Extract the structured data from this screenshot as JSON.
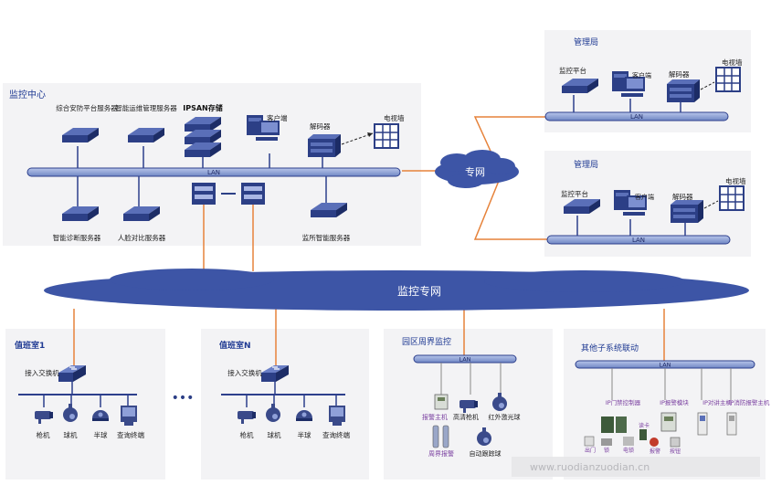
{
  "colors": {
    "panel": "#f3f3f5",
    "bar_fill": "#8b9fd0",
    "bar_stroke": "#2d3f8c",
    "cloud": "#3d55a6",
    "link_orange": "#e6823a",
    "device_dark": "#2c3f86",
    "title_blue": "#1f3a93",
    "purple_text": "#7a3fa0"
  },
  "center": {
    "title": "监控中心",
    "lan": "LAN",
    "top_devices": {
      "platform": "综合安防平台服务器",
      "ops": "智能运维管理服务器",
      "ipsan": "IPSAN存储",
      "client": "客户端",
      "decoder": "解码器",
      "tvwall": "电视墙"
    },
    "bottom_devices": {
      "diag": "智能诊断服务器",
      "face": "人脸对比服务器",
      "smart": "监所智能服务器"
    }
  },
  "private_net": "专网",
  "monitor_net": "监控专网",
  "mgmt": [
    {
      "title": "管理局",
      "platform": "监控平台",
      "client": "客户端",
      "decoder": "解码器",
      "tvwall": "电视墙",
      "lan": "LAN"
    },
    {
      "title": "管理局",
      "platform": "监控平台",
      "client": "客户端",
      "decoder": "解码器",
      "tvwall": "电视墙",
      "lan": "LAN"
    }
  ],
  "duty": [
    {
      "title": "值班室1",
      "switch": "接入交换机",
      "devices": [
        "枪机",
        "球机",
        "半球",
        "查询终端"
      ]
    },
    {
      "title": "值班室N",
      "switch": "接入交换机",
      "devices": [
        "枪机",
        "球机",
        "半球",
        "查询终端"
      ]
    }
  ],
  "ellipsis": "•••",
  "perimeter": {
    "title": "园区周界监控",
    "lan": "LAN",
    "items": [
      "报警主机",
      "高清枪机",
      "红外激光球",
      "周界报警",
      "自动跟踪球"
    ]
  },
  "subsys": {
    "title": "其他子系统联动",
    "lan": "LAN",
    "items": [
      "IP门禁控制器",
      "IP报警模块",
      "IP对讲主机",
      "IP消防报警主机",
      "出门",
      "锁",
      "电锁",
      "读卡",
      "报警",
      "按钮"
    ]
  },
  "watermark": "www.ruodianzuodian.cn"
}
